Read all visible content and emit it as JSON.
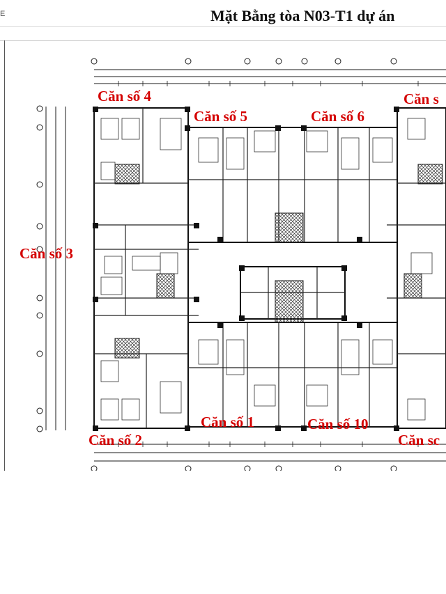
{
  "header": {
    "corner_mark": "E",
    "title": "Mặt Bằng tòa N03-T1 dự án"
  },
  "plan": {
    "units": [
      {
        "label": "Căn số 4"
      },
      {
        "label": "Căn số 5"
      },
      {
        "label": "Căn số 6"
      },
      {
        "label": "Căn s"
      },
      {
        "label": "Căn số 3"
      },
      {
        "label": "Căn số 1"
      },
      {
        "label": "Căn số 10"
      },
      {
        "label": "Căn số 2"
      },
      {
        "label": "Căn sc"
      }
    ],
    "line_color": "#1a1a1a",
    "label_color": "#d40000"
  }
}
